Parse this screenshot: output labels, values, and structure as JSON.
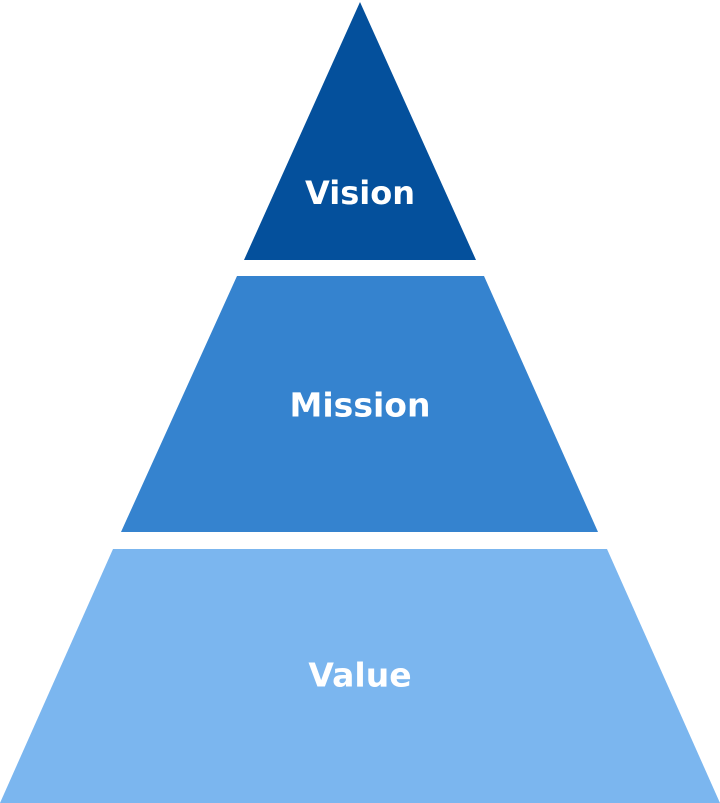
{
  "diagram": {
    "type": "pyramid",
    "tiers": [
      {
        "label": "Vision",
        "color": "#04509C"
      },
      {
        "label": "Mission",
        "color": "#3583CF"
      },
      {
        "label": "Value",
        "color": "#7BB6EF"
      }
    ]
  }
}
